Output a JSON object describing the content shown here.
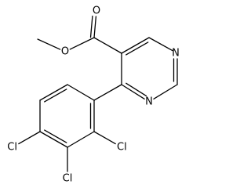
{
  "molecule": {
    "atoms": [
      {
        "id": "O_carbonyl",
        "element": "O",
        "label": "O"
      },
      {
        "id": "O_ester",
        "element": "O",
        "label": "O"
      },
      {
        "id": "C_methyl",
        "element": "C",
        "label": ""
      },
      {
        "id": "C_carbonyl",
        "element": "C",
        "label": ""
      },
      {
        "id": "C5",
        "element": "C",
        "label": ""
      },
      {
        "id": "C6",
        "element": "C",
        "label": ""
      },
      {
        "id": "N1",
        "element": "N",
        "label": "N"
      },
      {
        "id": "C2",
        "element": "C",
        "label": ""
      },
      {
        "id": "N3",
        "element": "N",
        "label": "N"
      },
      {
        "id": "C4",
        "element": "C",
        "label": ""
      },
      {
        "id": "Ar1",
        "element": "C",
        "label": ""
      },
      {
        "id": "Ar2",
        "element": "C",
        "label": ""
      },
      {
        "id": "Ar3",
        "element": "C",
        "label": ""
      },
      {
        "id": "Ar4",
        "element": "C",
        "label": ""
      },
      {
        "id": "Ar5",
        "element": "C",
        "label": ""
      },
      {
        "id": "Ar6",
        "element": "C",
        "label": ""
      },
      {
        "id": "Cl_2",
        "element": "Cl",
        "label": "Cl"
      },
      {
        "id": "Cl_3",
        "element": "Cl",
        "label": "Cl"
      },
      {
        "id": "Cl_4",
        "element": "Cl",
        "label": "Cl"
      }
    ],
    "bonds": [
      {
        "from": "C_carbonyl",
        "to": "O_carbonyl",
        "order": 2
      },
      {
        "from": "C_carbonyl",
        "to": "O_ester",
        "order": 1
      },
      {
        "from": "O_ester",
        "to": "C_methyl",
        "order": 1
      },
      {
        "from": "C_carbonyl",
        "to": "C5",
        "order": 1
      },
      {
        "from": "C5",
        "to": "C6",
        "order": 2
      },
      {
        "from": "C6",
        "to": "N1",
        "order": 1
      },
      {
        "from": "N1",
        "to": "C2",
        "order": 2
      },
      {
        "from": "C2",
        "to": "N3",
        "order": 1
      },
      {
        "from": "N3",
        "to": "C4",
        "order": 2
      },
      {
        "from": "C4",
        "to": "C5",
        "order": 1
      },
      {
        "from": "C4",
        "to": "Ar1",
        "order": 1
      },
      {
        "from": "Ar1",
        "to": "Ar2",
        "order": 2
      },
      {
        "from": "Ar2",
        "to": "Ar3",
        "order": 1
      },
      {
        "from": "Ar3",
        "to": "Ar4",
        "order": 2
      },
      {
        "from": "Ar4",
        "to": "Ar5",
        "order": 1
      },
      {
        "from": "Ar5",
        "to": "Ar6",
        "order": 2
      },
      {
        "from": "Ar6",
        "to": "Ar1",
        "order": 1
      },
      {
        "from": "Ar2",
        "to": "Cl_2",
        "order": 1
      },
      {
        "from": "Ar3",
        "to": "Cl_3",
        "order": 1
      },
      {
        "from": "Ar4",
        "to": "Cl_4",
        "order": 1
      }
    ]
  }
}
